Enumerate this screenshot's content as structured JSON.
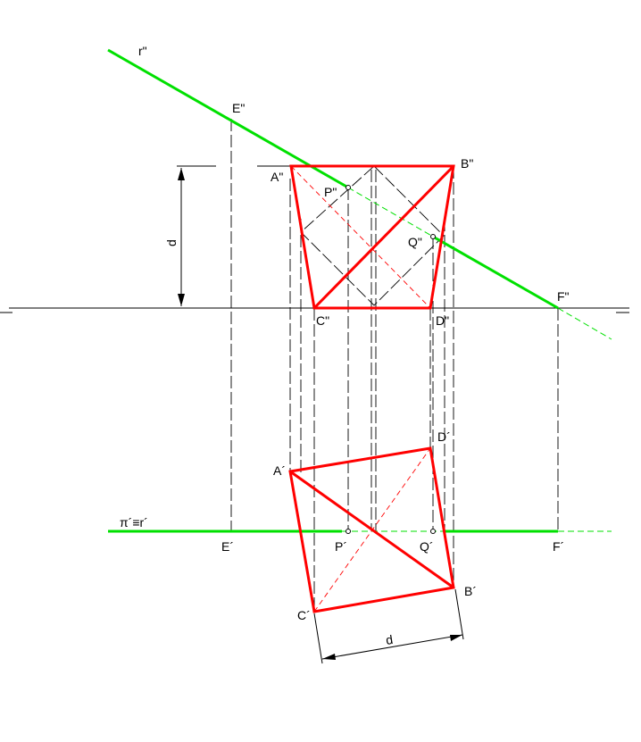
{
  "colors": {
    "figure_edges": "#ff0000",
    "line_r": "#00e000",
    "construction": "#000000",
    "background": "#ffffff"
  },
  "labels": {
    "r2": "r\"",
    "E2": "E\"",
    "A2": "A\"",
    "B2": "B\"",
    "P2": "P\"",
    "Q2": "Q\"",
    "C2": "C\"",
    "D2": "D\"",
    "F2": "F\"",
    "d_front": "d",
    "A1": "A´",
    "D1": "D´",
    "pi_r": "π´≡r´",
    "E1": "E´",
    "P1": "P´",
    "Q1": "Q´",
    "F1": "F´",
    "B1": "B´",
    "C1": "C´",
    "d_top": "d"
  }
}
